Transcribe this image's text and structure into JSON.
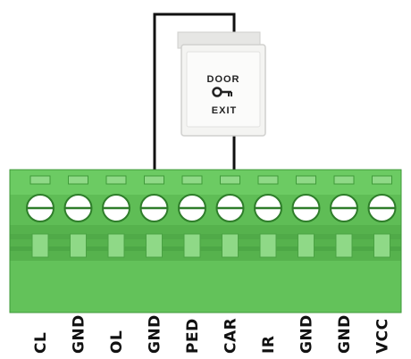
{
  "exit_button": {
    "top_text": "DOOR",
    "bottom_text": "EXIT",
    "icon": "key-icon"
  },
  "terminal_block": {
    "color": "#5fbd56",
    "terminals": [
      {
        "label": "CL"
      },
      {
        "label": "GND"
      },
      {
        "label": "OL"
      },
      {
        "label": "GND"
      },
      {
        "label": "PED"
      },
      {
        "label": "CAR"
      },
      {
        "label": "IR"
      },
      {
        "label": "GND"
      },
      {
        "label": "GND"
      },
      {
        "label": "VCC"
      }
    ],
    "wired_terminals": [
      "GND",
      "CAR"
    ]
  },
  "colors": {
    "green_main": "#5fbd56",
    "green_light": "#8fd987",
    "green_dark": "#3f9a3a",
    "wire": "#111111",
    "button_face": "#f4f4f2"
  }
}
